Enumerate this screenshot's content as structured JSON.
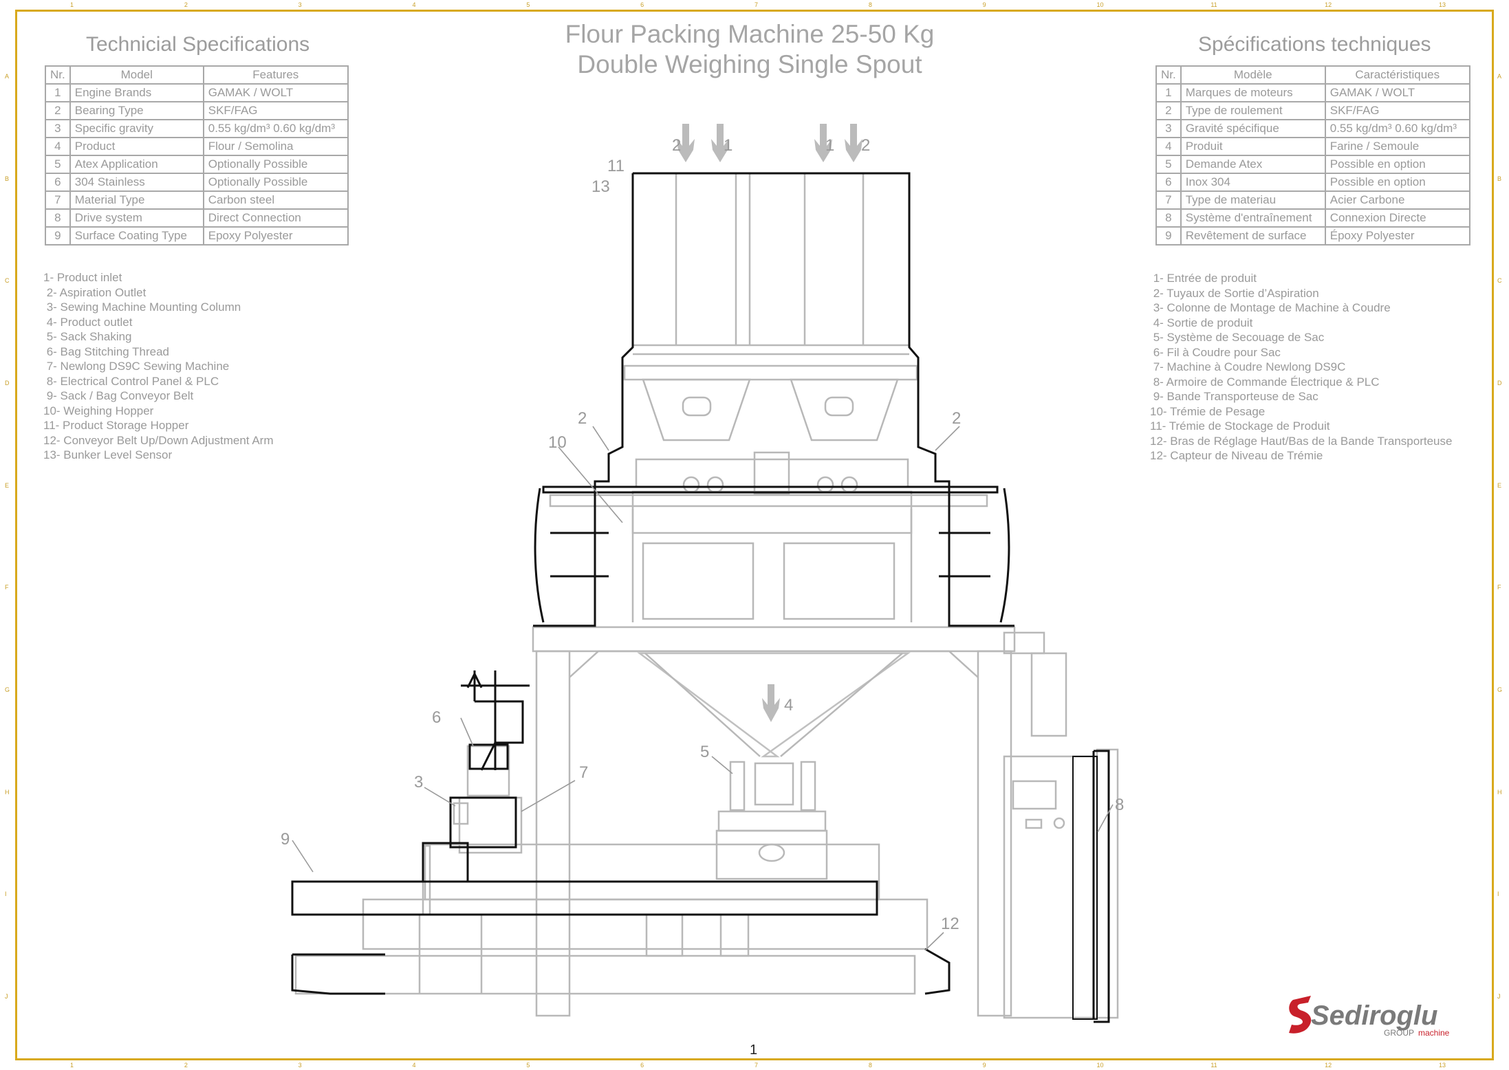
{
  "title": {
    "line1": "Flour Packing Machine 25-50 Kg",
    "line2": "Double Weighing Single Spout"
  },
  "left_panel": {
    "heading": "Technicial Specifications",
    "columns": [
      "Nr.",
      "Model",
      "Features"
    ],
    "rows": [
      {
        "nr": "1",
        "model": "Engine Brands",
        "feature": "GAMAK / WOLT"
      },
      {
        "nr": "2",
        "model": "Bearing Type",
        "feature": "SKF/FAG"
      },
      {
        "nr": "3",
        "model": "Specific gravity",
        "feature": "0.55 kg/dm³ 0.60 kg/dm³"
      },
      {
        "nr": "4",
        "model": "Product",
        "feature": "Flour / Semolina"
      },
      {
        "nr": "5",
        "model": "Atex Application",
        "feature": "Optionally Possible"
      },
      {
        "nr": "6",
        "model": "304 Stainless",
        "feature": "Optionally Possible"
      },
      {
        "nr": "7",
        "model": "Material Type",
        "feature": "Carbon steel"
      },
      {
        "nr": "8",
        "model": "Drive system",
        "feature": "Direct Connection"
      },
      {
        "nr": "9",
        "model": "Surface Coating Type",
        "feature": "Epoxy Polyester"
      }
    ],
    "legend": [
      "1- Product inlet",
      " 2- Aspiration Outlet",
      " 3- Sewing Machine Mounting Column",
      " 4- Product outlet",
      " 5- Sack Shaking",
      " 6- Bag Stitching Thread",
      " 7- Newlong DS9C Sewing Machine",
      " 8- Electrical Control Panel & PLC",
      " 9- Sack / Bag Conveyor Belt",
      "10- Weighing Hopper",
      "11- Product Storage Hopper",
      "12- Conveyor Belt Up/Down Adjustment Arm",
      "13- Bunker Level Sensor"
    ]
  },
  "right_panel": {
    "heading": "Spécifications techniques",
    "columns": [
      "Nr.",
      "Modèle",
      "Caractéristiques"
    ],
    "rows": [
      {
        "nr": "1",
        "model": "Marques de moteurs",
        "feature": "GAMAK / WOLT"
      },
      {
        "nr": "2",
        "model": "Type de roulement",
        "feature": "SKF/FAG"
      },
      {
        "nr": "3",
        "model": "Gravité spécifique",
        "feature": "0.55 kg/dm³ 0.60 kg/dm³"
      },
      {
        "nr": "4",
        "model": "Produit",
        "feature": "Farine / Semoule"
      },
      {
        "nr": "5",
        "model": "Demande Atex",
        "feature": "Possible en option"
      },
      {
        "nr": "6",
        "model": "Inox 304",
        "feature": "Possible en option"
      },
      {
        "nr": "7",
        "model": "Type de materiau",
        "feature": "Acier Carbone"
      },
      {
        "nr": "8",
        "model": "Système d'entraînement",
        "feature": "Connexion Directe"
      },
      {
        "nr": "9",
        "model": "Revêtement de surface",
        "feature": "Époxy Polyester"
      }
    ],
    "legend": [
      " 1- Entrée de produit",
      " 2- Tuyaux de Sortie d’Aspiration",
      " 3- Colonne de Montage de Machine à Coudre",
      " 4- Sortie de produit",
      " 5- Système de Secouage de Sac",
      " 6- Fil à Coudre pour Sac",
      " 7- Machine à Coudre Newlong DS9C",
      " 8- Armoire de Commande Électrique & PLC",
      " 9- Bande Transporteuse de Sac",
      "10- Trémie de Pesage",
      "11- Trémie de Stockage de Produit",
      "12- Bras de Réglage Haut/Bas de la Bande Transporteuse",
      "12- Capteur de Niveau de Trémie"
    ]
  },
  "callouts": {
    "c1a": "1",
    "c1b": "1",
    "c2a": "2",
    "c2b": "2",
    "c2c": "2",
    "c2d": "2",
    "c3": "3",
    "c4": "4",
    "c5": "5",
    "c6": "6",
    "c7": "7",
    "c8": "8",
    "c9": "9",
    "c10": "10",
    "c11": "11",
    "c12": "12",
    "c13": "13"
  },
  "page_number": "1",
  "logo": {
    "brand": "Sediroglu",
    "sub1": "GROUP",
    "sub2": "machine"
  },
  "ruler": {
    "columns": [
      "1",
      "2",
      "3",
      "4",
      "5",
      "6",
      "7",
      "8",
      "9",
      "10",
      "11",
      "12",
      "13"
    ],
    "rows": [
      "A",
      "B",
      "C",
      "D",
      "E",
      "F",
      "G",
      "H",
      "I",
      "J"
    ]
  },
  "colors": {
    "frame": "#d8a91c",
    "line": "#b5b5b5",
    "dark": "#111111",
    "logo_red": "#c8202a",
    "logo_gray": "#7a7a7a"
  }
}
